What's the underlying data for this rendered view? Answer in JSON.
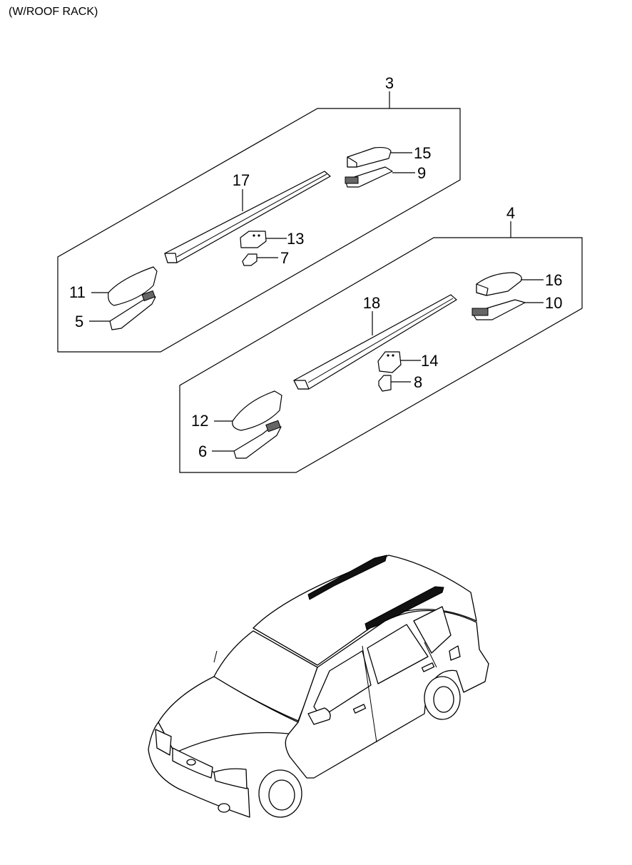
{
  "header": {
    "title": "(W/ROOF RACK)"
  },
  "groups": {
    "left_assembly": "3",
    "right_assembly": "4"
  },
  "callouts": {
    "c3": "3",
    "c4": "4",
    "c5": "5",
    "c6": "6",
    "c7": "7",
    "c8": "8",
    "c9": "9",
    "c10": "10",
    "c11": "11",
    "c12": "12",
    "c13": "13",
    "c14": "14",
    "c15": "15",
    "c16": "16",
    "c17": "17",
    "c18": "18"
  }
}
